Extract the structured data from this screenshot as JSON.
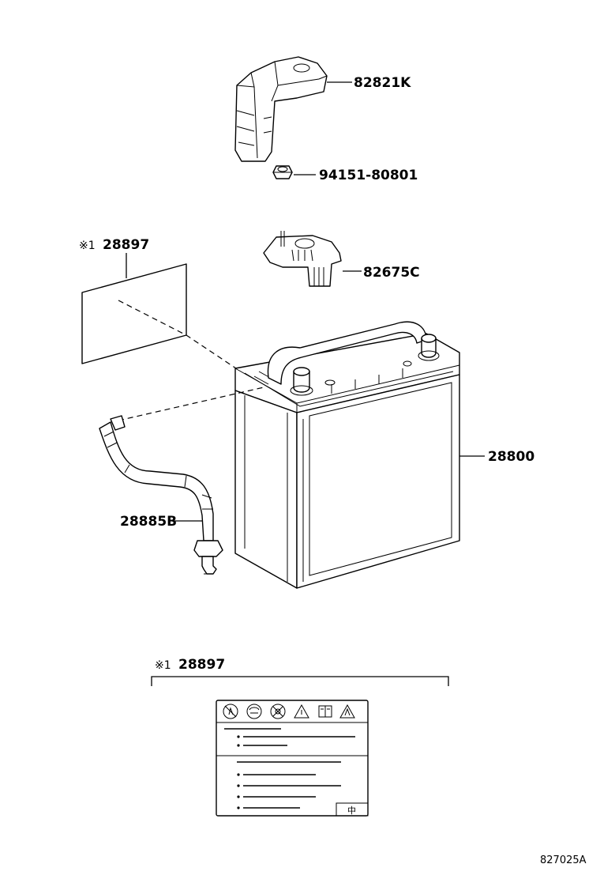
{
  "parts": {
    "cover": "82821K",
    "nut": "94151-80801",
    "clamp": "82675C",
    "label_sheet": "28897",
    "battery": "28800",
    "vent_hose": "28885B"
  },
  "notes": {
    "label_mark": "※1",
    "detail_mark": "※1",
    "detail_part": "28897",
    "label_char": "中"
  },
  "diagram_ref": "827025A"
}
